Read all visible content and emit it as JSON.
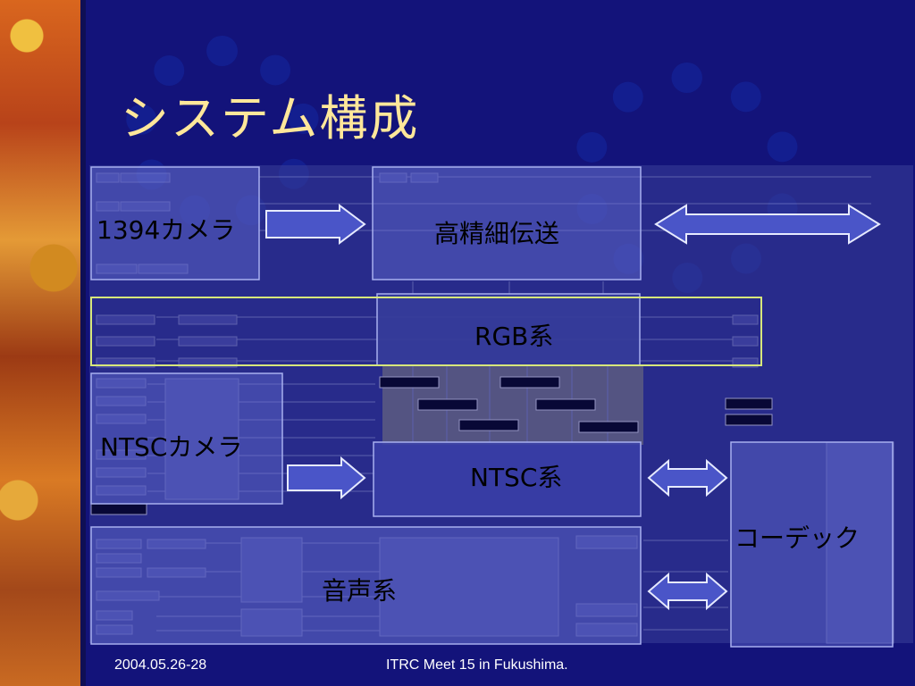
{
  "slide": {
    "title": "システム構成",
    "footer_date": "2004.05.26-28",
    "footer_event": "ITRC Meet 15 in Fukushima."
  },
  "diagram": {
    "labels": {
      "hd_camera": "1394カメラ",
      "hd_transmission": "高精細伝送",
      "rgb": "RGB系",
      "ntsc_camera": "NTSCカメラ",
      "ntsc": "NTSC系",
      "codec": "コーデック",
      "audio": "音声系"
    }
  }
}
